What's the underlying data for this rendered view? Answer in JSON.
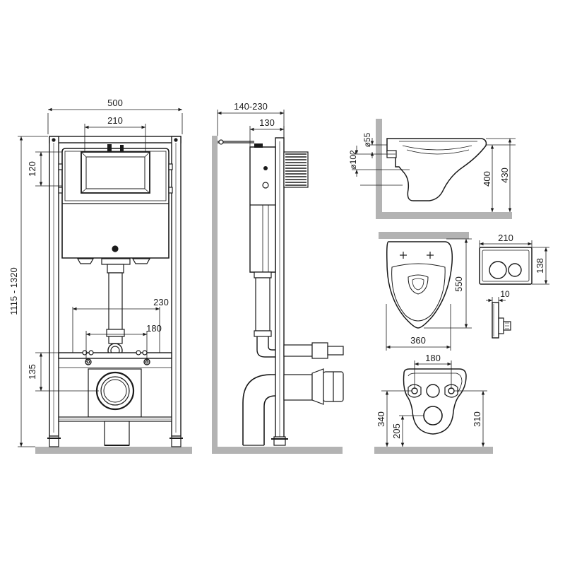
{
  "front_view": {
    "width_label": "500",
    "inner_width_label": "210",
    "height_range_label": "1115 - 1320",
    "top_offset_label": "120",
    "bottom_offset_label": "135",
    "pipe_spacing_label": "230",
    "mount_spacing_label": "180"
  },
  "side_view": {
    "depth_range_label": "140-230",
    "depth_label": "130"
  },
  "toilet_side": {
    "outlet_diameter_label": "ø102",
    "inlet_diameter_label": "ø55",
    "rim_height_label": "400",
    "total_height_label": "430"
  },
  "toilet_top": {
    "length_label": "550",
    "width_label": "360"
  },
  "flush_plate": {
    "width_label": "210",
    "height_label": "138",
    "depth_label": "10"
  },
  "toilet_back": {
    "bolt_spacing_label": "180",
    "bolt_height_label": "340",
    "outlet_height_label": "205",
    "inlet_height_label": "310"
  }
}
